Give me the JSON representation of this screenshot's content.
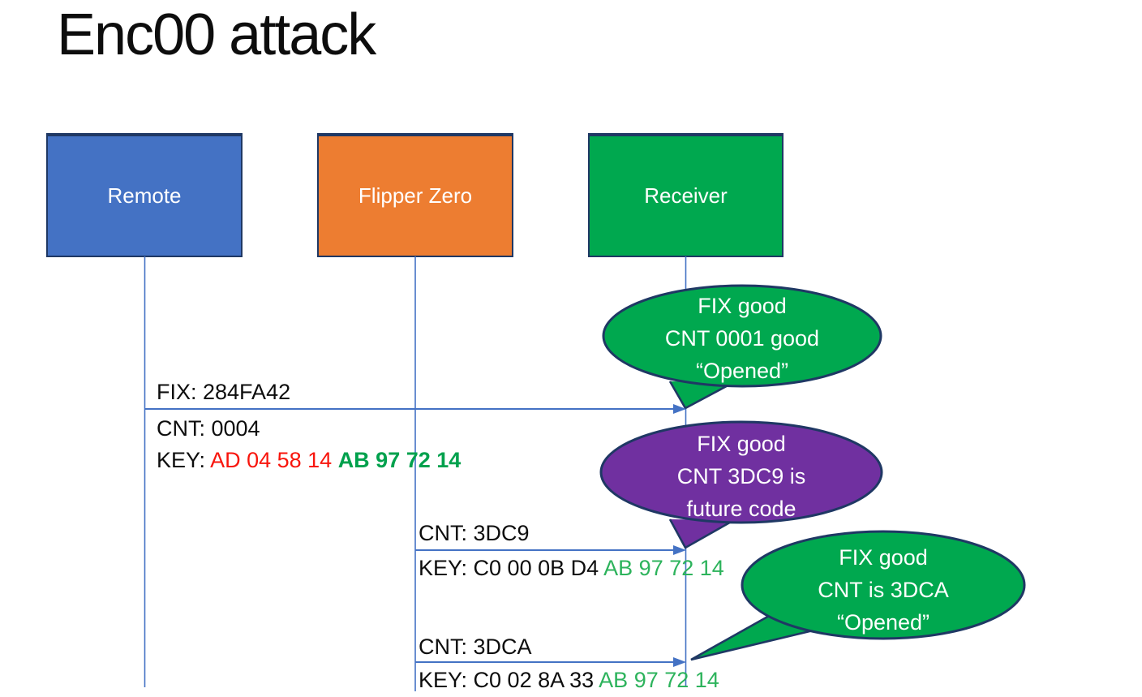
{
  "title": "Enc00 attack",
  "actors": [
    {
      "label": "Remote",
      "color": "#4472C4"
    },
    {
      "label": "Flipper Zero",
      "color": "#ED7D31"
    },
    {
      "label": "Receiver",
      "color": "#00A84F"
    }
  ],
  "messages": [
    {
      "fix": "FIX: 284FA42",
      "cnt": "CNT: 0004",
      "key_prefix": "KEY: ",
      "key_red": "AD 04 58 14 ",
      "key_green": "AB 97 72 14"
    },
    {
      "cnt": "CNT: 3DC9",
      "key_prefix": "KEY: C0 00 0B D4 ",
      "key_green": "AB 97 72 14"
    },
    {
      "cnt": "CNT: 3DCA",
      "key_prefix": "KEY: C0 02 8A 33 ",
      "key_green": "AB 97 72 14"
    }
  ],
  "callouts": [
    {
      "color": "#00A84F",
      "lines": [
        "FIX good",
        "CNT 0001 good",
        "“Opened”"
      ]
    },
    {
      "color": "#7030A0",
      "lines": [
        "FIX good",
        "CNT 3DC9 is",
        "future code"
      ]
    },
    {
      "color": "#00A84F",
      "lines": [
        "FIX good",
        "CNT is 3DCA",
        "“Opened”"
      ]
    }
  ],
  "colors": {
    "remote_blue": "#4472C4",
    "flipper_orange": "#ED7D31",
    "receiver_green": "#00A84F",
    "callout_purple": "#7030A0",
    "outline_navy": "#1F3864",
    "arrow_blue": "#4472C4",
    "key_red": "#F8150C",
    "key_green_bold": "#00A14D",
    "key_green": "#2DB35C",
    "text_black": "#0D0D0D",
    "actor_text": "#FFFFFF"
  }
}
